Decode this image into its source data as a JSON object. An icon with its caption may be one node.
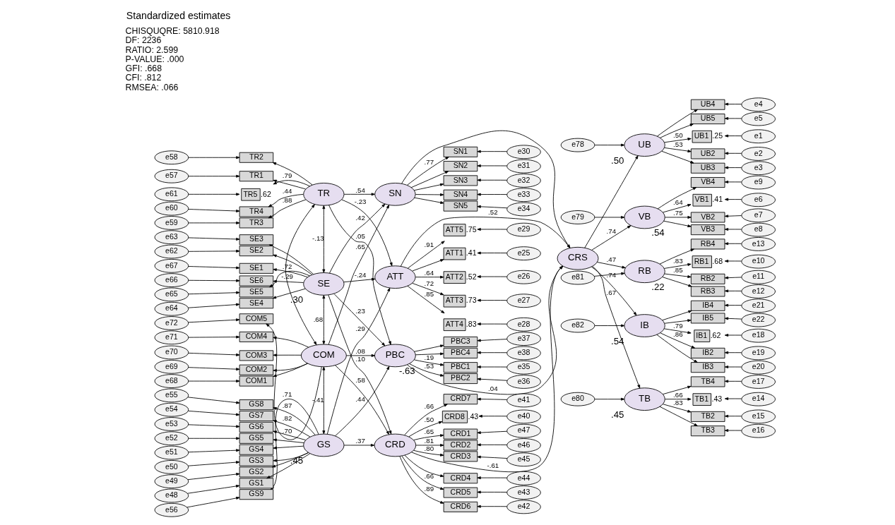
{
  "diagram": {
    "title": "Standardized estimates",
    "nodes": [
      {
        "text": [
          "ATT"
        ]
      },
      {
        "text": [
          "TR"
        ]
      },
      {
        "text": [
          "SN"
        ]
      },
      {
        "text": [
          "SE"
        ],
        "beside": [
          ".30"
        ]
      },
      {
        "text": [
          "COM"
        ]
      },
      {
        "text": [
          "CRS"
        ]
      },
      {
        "text": [
          "PBC"
        ],
        "beside": [
          "-.63"
        ]
      },
      {
        "text": [
          "GS"
        ],
        "beside": [
          ".45"
        ]
      },
      {
        "text": [
          "CRD"
        ]
      },
      {
        "text": [
          "UB"
        ],
        "beside": [
          ".50"
        ]
      },
      {
        "text": [
          "VB"
        ],
        "beside": [
          ".54"
        ]
      },
      {
        "text": [
          "TB"
        ],
        "beside": [
          ".45"
        ]
      },
      {
        "text": [
          "RB"
        ],
        "beside": [
          ".22"
        ]
      },
      {
        "text": [
          "IB"
        ],
        "beside": [
          ".54"
        ]
      },
      {
        "text": [
          "ATT1"
        ],
        "beside": [
          ".41"
        ]
      },
      {
        "text": [
          "ATT2"
        ],
        "beside": [
          ".52"
        ]
      },
      {
        "text": [
          "ATT3"
        ],
        "beside": [
          ".73"
        ]
      },
      {
        "text": [
          "ATT4"
        ],
        "beside": [
          ".83"
        ]
      },
      {
        "text": [
          "ATT5"
        ],
        "beside": [
          ".75"
        ]
      },
      {
        "text": [
          "e25"
        ]
      },
      {
        "text": [
          "e26"
        ]
      },
      {
        "text": [
          "e27"
        ]
      },
      {
        "text": [
          "e28"
        ]
      },
      {
        "text": [
          "e29"
        ]
      },
      {
        "text": [
          "TR5"
        ],
        "beside": [
          ".62"
        ]
      },
      {
        "text": [
          "TR4"
        ]
      },
      {
        "text": [
          "TR3"
        ]
      },
      {
        "text": [
          "TR2"
        ]
      },
      {
        "text": [
          "TR1"
        ]
      },
      {
        "text": [
          "e61"
        ]
      },
      {
        "text": [
          "e60"
        ]
      },
      {
        "text": [
          "e59"
        ]
      },
      {
        "text": [
          "e58"
        ]
      },
      {
        "text": [
          "e57"
        ]
      },
      {
        "text": [
          "SE6"
        ]
      },
      {
        "text": [
          "SE5"
        ]
      },
      {
        "text": [
          "SE4"
        ]
      },
      {
        "text": [
          "SE3"
        ]
      },
      {
        "text": [
          "SE2"
        ]
      },
      {
        "text": [
          "SE1"
        ]
      },
      {
        "text": [
          "e66"
        ]
      },
      {
        "text": [
          "e65"
        ]
      },
      {
        "text": [
          "e64"
        ]
      },
      {
        "text": [
          "e63"
        ]
      },
      {
        "text": [
          "e62"
        ]
      },
      {
        "text": [
          "e67"
        ]
      },
      {
        "text": [
          "COM5"
        ]
      },
      {
        "text": [
          "COM4"
        ]
      },
      {
        "text": [
          "COM3"
        ]
      },
      {
        "text": [
          "COM2"
        ]
      },
      {
        "text": [
          "COM1"
        ]
      },
      {
        "text": [
          "e72"
        ]
      },
      {
        "text": [
          "e71"
        ]
      },
      {
        "text": [
          "e70"
        ]
      },
      {
        "text": [
          "e69"
        ]
      },
      {
        "text": [
          "e68"
        ]
      },
      {
        "text": [
          "GS9"
        ]
      },
      {
        "text": [
          "GS8"
        ]
      },
      {
        "text": [
          "GS7"
        ]
      },
      {
        "text": [
          "GS6"
        ]
      },
      {
        "text": [
          "GS5"
        ]
      },
      {
        "text": [
          "GS4"
        ]
      },
      {
        "text": [
          "GS3"
        ]
      },
      {
        "text": [
          "GS2"
        ]
      },
      {
        "text": [
          "GS1"
        ]
      },
      {
        "text": [
          "e56"
        ]
      },
      {
        "text": [
          "e55"
        ]
      },
      {
        "text": [
          "e54"
        ]
      },
      {
        "text": [
          "e53"
        ]
      },
      {
        "text": [
          "e52"
        ]
      },
      {
        "text": [
          "e51"
        ]
      },
      {
        "text": [
          "e50"
        ]
      },
      {
        "text": [
          "e49"
        ]
      },
      {
        "text": [
          "e48"
        ]
      },
      {
        "text": [
          "CRD1"
        ]
      },
      {
        "text": [
          "CRD2"
        ]
      },
      {
        "text": [
          "CRD3"
        ]
      },
      {
        "text": [
          "CRD4"
        ]
      },
      {
        "text": [
          "CRD5"
        ]
      },
      {
        "text": [
          "CRD6"
        ]
      },
      {
        "text": [
          "CRD7"
        ]
      },
      {
        "text": [
          "CRD8"
        ],
        "beside": [
          ".43"
        ]
      },
      {
        "text": [
          "e47"
        ]
      },
      {
        "text": [
          "e46"
        ]
      },
      {
        "text": [
          "e45"
        ]
      },
      {
        "text": [
          "e44"
        ]
      },
      {
        "text": [
          "e43"
        ]
      },
      {
        "text": [
          "e42"
        ]
      },
      {
        "text": [
          "e41"
        ]
      },
      {
        "text": [
          "e40"
        ]
      },
      {
        "text": [
          "SN1"
        ]
      },
      {
        "text": [
          "SN2"
        ]
      },
      {
        "text": [
          "SN3"
        ]
      },
      {
        "text": [
          "SN4"
        ]
      },
      {
        "text": [
          "SN5"
        ]
      },
      {
        "text": [
          "e30"
        ]
      },
      {
        "text": [
          "e31"
        ]
      },
      {
        "text": [
          "e32"
        ]
      },
      {
        "text": [
          "e33"
        ]
      },
      {
        "text": [
          "e34"
        ]
      },
      {
        "text": [
          "PBC1"
        ]
      },
      {
        "text": [
          "PBC2"
        ]
      },
      {
        "text": [
          "PBC3"
        ]
      },
      {
        "text": [
          "PBC4"
        ]
      },
      {
        "text": [
          "e35"
        ]
      },
      {
        "text": [
          "e36"
        ]
      },
      {
        "text": [
          "e37"
        ]
      },
      {
        "text": [
          "e38"
        ]
      },
      {
        "text": [
          "UB1"
        ],
        "beside": [
          ".25"
        ]
      },
      {
        "text": [
          "UB2"
        ]
      },
      {
        "text": [
          "UB3"
        ]
      },
      {
        "text": [
          "UB4"
        ]
      },
      {
        "text": [
          "UB5"
        ]
      },
      {
        "text": [
          "e1"
        ]
      },
      {
        "text": [
          "e2"
        ]
      },
      {
        "text": [
          "e3"
        ]
      },
      {
        "text": [
          "e4"
        ]
      },
      {
        "text": [
          "e5"
        ]
      },
      {
        "text": [
          "VB1"
        ],
        "beside": [
          ".41"
        ]
      },
      {
        "text": [
          "VB2"
        ]
      },
      {
        "text": [
          "VB3"
        ]
      },
      {
        "text": [
          "VB4"
        ]
      },
      {
        "text": [
          "e6"
        ]
      },
      {
        "text": [
          "e7"
        ]
      },
      {
        "text": [
          "e8"
        ]
      },
      {
        "text": [
          "e9"
        ]
      },
      {
        "text": [
          "TB1"
        ],
        "beside": [
          ".43"
        ]
      },
      {
        "text": [
          "TB2"
        ]
      },
      {
        "text": [
          "TB3"
        ]
      },
      {
        "text": [
          "TB4"
        ]
      },
      {
        "text": [
          "e14"
        ]
      },
      {
        "text": [
          "e15"
        ]
      },
      {
        "text": [
          "e16"
        ]
      },
      {
        "text": [
          "e17"
        ]
      },
      {
        "text": [
          "RB1"
        ],
        "beside": [
          ".68"
        ]
      },
      {
        "text": [
          "RB2"
        ]
      },
      {
        "text": [
          "RB3"
        ]
      },
      {
        "text": [
          "RB4"
        ]
      },
      {
        "text": [
          "e10"
        ]
      },
      {
        "text": [
          "e11"
        ]
      },
      {
        "text": [
          "e12"
        ]
      },
      {
        "text": [
          "e13"
        ]
      },
      {
        "text": [
          "IB1"
        ],
        "beside": [
          ".62"
        ]
      },
      {
        "text": [
          "IB2"
        ]
      },
      {
        "text": [
          "IB3"
        ]
      },
      {
        "text": [
          "IB4"
        ]
      },
      {
        "text": [
          "IB5"
        ]
      },
      {
        "text": [
          "e18"
        ]
      },
      {
        "text": [
          "e19"
        ]
      },
      {
        "text": [
          "e20"
        ]
      },
      {
        "text": [
          "e21"
        ]
      },
      {
        "text": [
          "e22"
        ]
      },
      {
        "text": [
          "e78"
        ]
      },
      {
        "text": [
          "e79"
        ]
      },
      {
        "text": [
          "e80"
        ]
      },
      {
        "text": [
          "e81"
        ]
      },
      {
        "text": [
          "e82"
        ]
      }
    ],
    "edges": [
      {
        "from": 0,
        "to": 14,
        "arrow": "to"
      },
      {
        "from": 0,
        "to": 15,
        "arrow": "to",
        "label": ".64"
      },
      {
        "from": 0,
        "to": 16,
        "arrow": "to",
        "label": ".72"
      },
      {
        "from": 0,
        "to": 17,
        "arrow": "to",
        "label": ".85"
      },
      {
        "from": 0,
        "to": 18,
        "arrow": "to",
        "label": ".91"
      },
      {
        "from": 19,
        "to": 14,
        "arrow": "to"
      },
      {
        "from": 20,
        "to": 15,
        "arrow": "to"
      },
      {
        "from": 21,
        "to": 16,
        "arrow": "to"
      },
      {
        "from": 22,
        "to": 17,
        "arrow": "to"
      },
      {
        "from": 23,
        "to": 18,
        "arrow": "to"
      },
      {
        "from": 1,
        "to": 24,
        "arrow": "to",
        "label": ".79"
      },
      {
        "from": 1,
        "to": 25,
        "arrow": "to",
        "label": ".44"
      },
      {
        "from": 1,
        "to": 26,
        "arrow": "to",
        "label": ".88"
      },
      {
        "from": 1,
        "to": 27,
        "arrow": "to"
      },
      {
        "from": 1,
        "to": 28,
        "arrow": "to"
      },
      {
        "from": 29,
        "to": 24,
        "arrow": "to"
      },
      {
        "from": 30,
        "to": 25,
        "arrow": "to"
      },
      {
        "from": 31,
        "to": 26,
        "arrow": "to"
      },
      {
        "from": 32,
        "to": 27,
        "arrow": "to"
      },
      {
        "from": 33,
        "to": 28,
        "arrow": "to"
      },
      {
        "from": 3,
        "to": 34,
        "arrow": "to"
      },
      {
        "from": 3,
        "to": 35,
        "arrow": "to",
        "label": ".72"
      },
      {
        "from": 3,
        "to": 36,
        "arrow": "to"
      },
      {
        "from": 3,
        "to": 37,
        "arrow": "to"
      },
      {
        "from": 3,
        "to": 38,
        "arrow": "to"
      },
      {
        "from": 3,
        "to": 39,
        "arrow": "to"
      },
      {
        "from": 40,
        "to": 34,
        "arrow": "to"
      },
      {
        "from": 41,
        "to": 35,
        "arrow": "to"
      },
      {
        "from": 42,
        "to": 36,
        "arrow": "to"
      },
      {
        "from": 43,
        "to": 37,
        "arrow": "to"
      },
      {
        "from": 44,
        "to": 38,
        "arrow": "to"
      },
      {
        "from": 45,
        "to": 39,
        "arrow": "to"
      },
      {
        "from": 4,
        "to": 46,
        "arrow": "to",
        "label": ".70"
      },
      {
        "from": 4,
        "to": 47,
        "arrow": "to"
      },
      {
        "from": 4,
        "to": 48,
        "arrow": "to"
      },
      {
        "from": 4,
        "to": 49,
        "arrow": "to"
      },
      {
        "from": 4,
        "to": 50,
        "arrow": "to"
      },
      {
        "from": 51,
        "to": 46,
        "arrow": "to"
      },
      {
        "from": 52,
        "to": 47,
        "arrow": "to"
      },
      {
        "from": 53,
        "to": 48,
        "arrow": "to"
      },
      {
        "from": 54,
        "to": 49,
        "arrow": "to"
      },
      {
        "from": 55,
        "to": 50,
        "arrow": "to"
      },
      {
        "from": 7,
        "to": 56,
        "arrow": "to",
        "label": ".71"
      },
      {
        "from": 7,
        "to": 57,
        "arrow": "to",
        "label": ".87"
      },
      {
        "from": 7,
        "to": 58,
        "arrow": "to",
        "label": ".82"
      },
      {
        "from": 7,
        "to": 59,
        "arrow": "to"
      },
      {
        "from": 7,
        "to": 60,
        "arrow": "to"
      },
      {
        "from": 7,
        "to": 61,
        "arrow": "to"
      },
      {
        "from": 7,
        "to": 62,
        "arrow": "to"
      },
      {
        "from": 7,
        "to": 63,
        "arrow": "to"
      },
      {
        "from": 7,
        "to": 64,
        "arrow": "to"
      },
      {
        "from": 65,
        "to": 56,
        "arrow": "to"
      },
      {
        "from": 66,
        "to": 57,
        "arrow": "to"
      },
      {
        "from": 67,
        "to": 58,
        "arrow": "to"
      },
      {
        "from": 68,
        "to": 59,
        "arrow": "to"
      },
      {
        "from": 69,
        "to": 60,
        "arrow": "to"
      },
      {
        "from": 70,
        "to": 61,
        "arrow": "to"
      },
      {
        "from": 71,
        "to": 62,
        "arrow": "to"
      },
      {
        "from": 72,
        "to": 63,
        "arrow": "to"
      },
      {
        "from": 73,
        "to": 64,
        "arrow": "to"
      },
      {
        "from": 8,
        "to": 74,
        "arrow": "to",
        "label": ".65"
      },
      {
        "from": 8,
        "to": 75,
        "arrow": "to",
        "label": ".81"
      },
      {
        "from": 8,
        "to": 76,
        "arrow": "to",
        "label": ".80"
      },
      {
        "from": 8,
        "to": 77,
        "arrow": "to"
      },
      {
        "from": 8,
        "to": 78,
        "arrow": "to",
        "label": ".66"
      },
      {
        "from": 8,
        "to": 79,
        "arrow": "to",
        "label": ".89"
      },
      {
        "from": 8,
        "to": 80,
        "arrow": "to",
        "label": ".66"
      },
      {
        "from": 8,
        "to": 81,
        "arrow": "to",
        "label": ".50"
      },
      {
        "from": 82,
        "to": 74,
        "arrow": "to"
      },
      {
        "from": 83,
        "to": 75,
        "arrow": "to"
      },
      {
        "from": 84,
        "to": 76,
        "arrow": "to"
      },
      {
        "from": 85,
        "to": 77,
        "arrow": "to"
      },
      {
        "from": 86,
        "to": 78,
        "arrow": "to"
      },
      {
        "from": 87,
        "to": 79,
        "arrow": "to"
      },
      {
        "from": 88,
        "to": 80,
        "arrow": "to"
      },
      {
        "from": 89,
        "to": 81,
        "arrow": "to"
      },
      {
        "from": 2,
        "to": 90,
        "arrow": "to",
        "label": ".77"
      },
      {
        "from": 2,
        "to": 91,
        "arrow": "to"
      },
      {
        "from": 2,
        "to": 92,
        "arrow": "to"
      },
      {
        "from": 2,
        "to": 93,
        "arrow": "to"
      },
      {
        "from": 2,
        "to": 94,
        "arrow": "to"
      },
      {
        "from": 95,
        "to": 90,
        "arrow": "to"
      },
      {
        "from": 96,
        "to": 91,
        "arrow": "to"
      },
      {
        "from": 97,
        "to": 92,
        "arrow": "to"
      },
      {
        "from": 98,
        "to": 93,
        "arrow": "to"
      },
      {
        "from": 99,
        "to": 94,
        "arrow": "to"
      },
      {
        "from": 6,
        "to": 100,
        "arrow": "to",
        "label": ".19"
      },
      {
        "from": 6,
        "to": 101,
        "arrow": "to",
        "label": ".53"
      },
      {
        "from": 6,
        "to": 102,
        "arrow": "to"
      },
      {
        "from": 6,
        "to": 103,
        "arrow": "to"
      },
      {
        "from": 104,
        "to": 100,
        "arrow": "to"
      },
      {
        "from": 105,
        "to": 101,
        "arrow": "to"
      },
      {
        "from": 106,
        "to": 102,
        "arrow": "to"
      },
      {
        "from": 107,
        "to": 103,
        "arrow": "to"
      },
      {
        "from": 9,
        "to": 108,
        "arrow": "to",
        "label": ".50"
      },
      {
        "from": 9,
        "to": 109,
        "arrow": "to",
        "label": ".53"
      },
      {
        "from": 9,
        "to": 110,
        "arrow": "to"
      },
      {
        "from": 9,
        "to": 111,
        "arrow": "to"
      },
      {
        "from": 9,
        "to": 112,
        "arrow": "to"
      },
      {
        "from": 113,
        "to": 108,
        "arrow": "to"
      },
      {
        "from": 114,
        "to": 109,
        "arrow": "to"
      },
      {
        "from": 115,
        "to": 110,
        "arrow": "to"
      },
      {
        "from": 116,
        "to": 111,
        "arrow": "to"
      },
      {
        "from": 117,
        "to": 112,
        "arrow": "to"
      },
      {
        "from": 10,
        "to": 118,
        "arrow": "to",
        "label": ".64"
      },
      {
        "from": 10,
        "to": 119,
        "arrow": "to",
        "label": ".75"
      },
      {
        "from": 10,
        "to": 120,
        "arrow": "to"
      },
      {
        "from": 10,
        "to": 121,
        "arrow": "to"
      },
      {
        "from": 122,
        "to": 118,
        "arrow": "to"
      },
      {
        "from": 123,
        "to": 119,
        "arrow": "to"
      },
      {
        "from": 124,
        "to": 120,
        "arrow": "to"
      },
      {
        "from": 125,
        "to": 121,
        "arrow": "to"
      },
      {
        "from": 11,
        "to": 126,
        "arrow": "to",
        "label": ".66"
      },
      {
        "from": 11,
        "to": 127,
        "arrow": "to",
        "label": ".83"
      },
      {
        "from": 11,
        "to": 128,
        "arrow": "to"
      },
      {
        "from": 11,
        "to": 129,
        "arrow": "to"
      },
      {
        "from": 130,
        "to": 126,
        "arrow": "to"
      },
      {
        "from": 131,
        "to": 127,
        "arrow": "to"
      },
      {
        "from": 132,
        "to": 128,
        "arrow": "to"
      },
      {
        "from": 133,
        "to": 129,
        "arrow": "to"
      },
      {
        "from": 12,
        "to": 134,
        "arrow": "to",
        "label": ".83"
      },
      {
        "from": 12,
        "to": 135,
        "arrow": "to",
        "label": ".85"
      },
      {
        "from": 12,
        "to": 136,
        "arrow": "to"
      },
      {
        "from": 12,
        "to": 137,
        "arrow": "to"
      },
      {
        "from": 138,
        "to": 134,
        "arrow": "to"
      },
      {
        "from": 139,
        "to": 135,
        "arrow": "to"
      },
      {
        "from": 140,
        "to": 136,
        "arrow": "to"
      },
      {
        "from": 141,
        "to": 137,
        "arrow": "to"
      },
      {
        "from": 13,
        "to": 142,
        "arrow": "to",
        "label": ".79"
      },
      {
        "from": 13,
        "to": 143,
        "arrow": "to",
        "label": ".86"
      },
      {
        "from": 13,
        "to": 144,
        "arrow": "to"
      },
      {
        "from": 13,
        "to": 145,
        "arrow": "to"
      },
      {
        "from": 13,
        "to": 146,
        "arrow": "to"
      },
      {
        "from": 147,
        "to": 142,
        "arrow": "to"
      },
      {
        "from": 148,
        "to": 143,
        "arrow": "to"
      },
      {
        "from": 149,
        "to": 144,
        "arrow": "to"
      },
      {
        "from": 150,
        "to": 145,
        "arrow": "to"
      },
      {
        "from": 151,
        "to": 146,
        "arrow": "to"
      },
      {
        "from": 152,
        "to": 9,
        "arrow": "to"
      },
      {
        "from": 153,
        "to": 10,
        "arrow": "to"
      },
      {
        "from": 154,
        "to": 11,
        "arrow": "to"
      },
      {
        "from": 155,
        "to": 12,
        "arrow": "to"
      },
      {
        "from": 156,
        "to": 13,
        "arrow": "to"
      },
      {
        "from": 1,
        "to": 0,
        "arrow": "to",
        "label": "-.23"
      },
      {
        "from": 3,
        "to": 0,
        "arrow": "to",
        "label": "-.24"
      },
      {
        "from": 7,
        "to": 0,
        "arrow": "to",
        "label": ".29"
      },
      {
        "from": 1,
        "to": 2,
        "arrow": "to",
        "label": ".54"
      },
      {
        "from": 3,
        "to": 2,
        "arrow": "to",
        "label": ".42"
      },
      {
        "from": 4,
        "to": 2,
        "arrow": "to",
        "label": ".65"
      },
      {
        "from": 1,
        "to": 6,
        "arrow": "to",
        "label": ".05"
      },
      {
        "from": 3,
        "to": 6,
        "arrow": "to",
        "label": ".23"
      },
      {
        "from": 4,
        "to": 6,
        "arrow": "to",
        "label": ".08"
      },
      {
        "from": 7,
        "to": 6,
        "arrow": "to",
        "label": ".44"
      },
      {
        "from": 3,
        "to": 8,
        "arrow": "to",
        "label": ".10"
      },
      {
        "from": 4,
        "to": 8,
        "arrow": "to",
        "label": ".58"
      },
      {
        "from": 7,
        "to": 8,
        "arrow": "to",
        "label": ".37"
      },
      {
        "from": 1,
        "to": 3,
        "arrow": "both",
        "label": "-.13"
      },
      {
        "from": 3,
        "to": 4,
        "arrow": "both",
        "label": ".68"
      },
      {
        "from": 4,
        "to": 7,
        "arrow": "both",
        "label": "-.41"
      },
      {
        "from": 1,
        "to": 4,
        "arrow": "both",
        "label": "-.29"
      },
      {
        "from": 0,
        "to": 5,
        "arrow": "to",
        "label": ".52"
      },
      {
        "from": 2,
        "to": 5,
        "arrow": "to"
      },
      {
        "from": 6,
        "to": 5,
        "arrow": "to",
        "label": ".04"
      },
      {
        "from": 8,
        "to": 5,
        "arrow": "to",
        "label": "-.61"
      },
      {
        "from": 5,
        "to": 9,
        "arrow": "to"
      },
      {
        "from": 5,
        "to": 10,
        "arrow": "to",
        "label": ".74"
      },
      {
        "from": 5,
        "to": 11,
        "arrow": "to",
        "label": ".67"
      },
      {
        "from": 5,
        "to": 12,
        "arrow": "to",
        "label": ".47"
      },
      {
        "from": 5,
        "to": 13,
        "arrow": "to",
        "label": ".74"
      }
    ],
    "labels": [
      "CHISQUQRE: 5810.918",
      "DF: 2236",
      "RATIO: 2.599",
      "P-VALUE: .000",
      "GFI: .668",
      "CFI: .812",
      "RMSEA: .066"
    ]
  }
}
